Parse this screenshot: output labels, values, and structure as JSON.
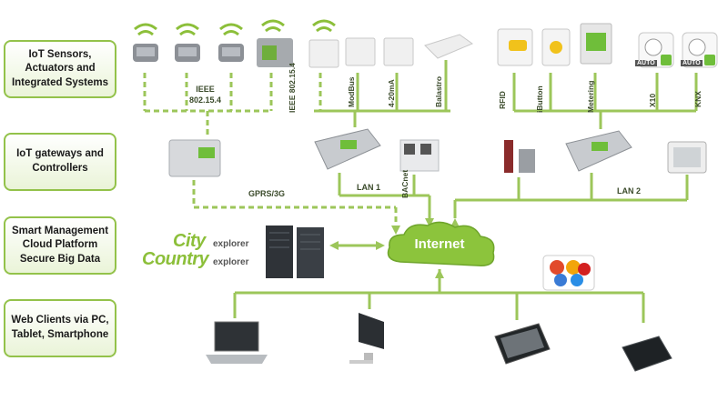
{
  "layers": [
    {
      "label": "IoT  Sensors,\nActuators and\nIntegrated  Systems"
    },
    {
      "label": "IoT gateways and\nControllers"
    },
    {
      "label": "Smart Management\nCloud Platform\nSecure Big Data"
    },
    {
      "label": "Web Clients via PC,\nTablet, Smartphone"
    }
  ],
  "protocols": {
    "ieee_left": "IEEE\n802.15.4",
    "ieee_vertical": "IEEE 802.15.4",
    "modbus": "ModBus",
    "ma": "4-20mA",
    "balastro": "Balastro",
    "rfid": "RFID",
    "ibutton": "iButton",
    "metering": "Metering",
    "x10": "X10",
    "knx": "KNX"
  },
  "links": {
    "gprs": "GPRS/3G",
    "lan1": "LAN 1",
    "bacnet": "BACnet",
    "lan2": "LAN 2"
  },
  "cloud": {
    "label": "Internet"
  },
  "brands": {
    "city": "City",
    "country": "Country",
    "explorer1": "explorer",
    "explorer2": "explorer"
  },
  "badges": {
    "auto1": "AUTO",
    "auto2": "AUTO"
  },
  "colors": {
    "accent": "#8cbf3a",
    "line": "#9cc65a",
    "cloud": "#8cc43c"
  }
}
